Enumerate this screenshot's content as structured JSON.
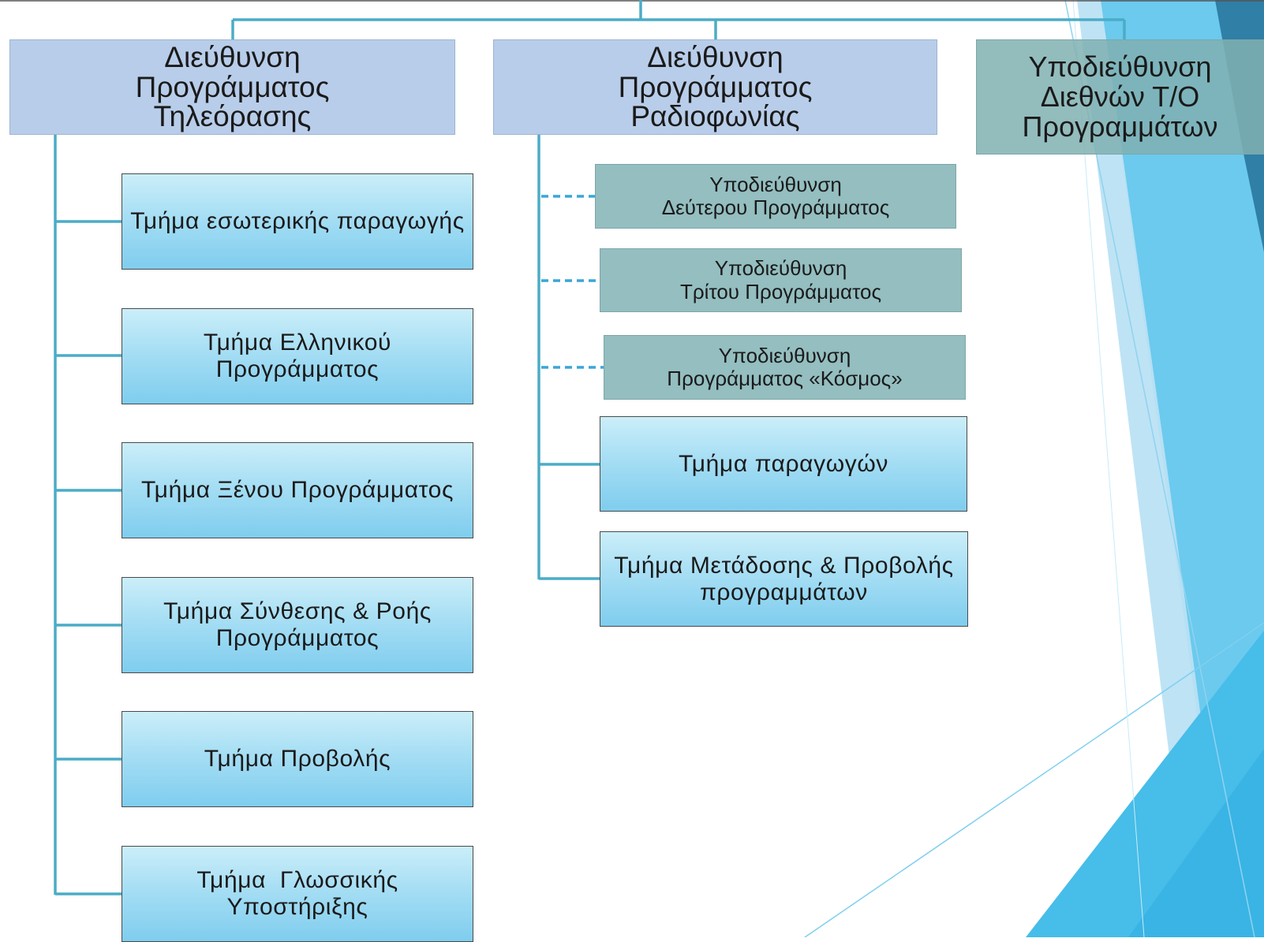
{
  "chart_data": {
    "type": "org_chart",
    "nodes": [
      {
        "id": "tv",
        "label": [
          "Διεύθυνση",
          "Προγράμματος",
          "Τηλεόρασης"
        ]
      },
      {
        "id": "radio",
        "label": [
          "Διεύθυνση",
          "Προγράμματος",
          "Ραδιοφωνίας"
        ]
      },
      {
        "id": "intl",
        "label": [
          "Υποδιεύθυνση",
          "Διεθνών Τ/Ο",
          "Προγραμμάτων"
        ]
      }
    ]
  },
  "heads": {
    "tv": [
      "Διεύθυνση",
      "Προγράμματος",
      "Τηλεόρασης"
    ],
    "radio": [
      "Διεύθυνση",
      "Προγράμματος",
      "Ραδιοφωνίας"
    ],
    "intl": [
      "Υποδιεύθυνση",
      "Διεθνών Τ/Ο",
      "Προγραμμάτων"
    ]
  },
  "tv_departments": [
    [
      "Τμήμα εσωτερικής παραγωγής"
    ],
    [
      "Τμήμα Ελληνικού",
      "Προγράμματος"
    ],
    [
      "Τμήμα Ξένου Προγράμματος"
    ],
    [
      "Τμήμα Σύνθεσης & Ροής",
      "Προγράμματος"
    ],
    [
      "Τμήμα Προβολής"
    ],
    [
      "Τμήμα  Γλωσσικής",
      "Υποστήριξης"
    ]
  ],
  "radio_subdirectorates": [
    [
      "Υποδιεύθυνση",
      "Δεύτερου Προγράμματος"
    ],
    [
      "Υποδιεύθυνση",
      "Τρίτου Προγράμματος"
    ],
    [
      "Υποδιεύθυνση",
      "Προγράμματος «Κόσμος»"
    ]
  ],
  "radio_departments": [
    [
      "Τμήμα παραγωγών"
    ],
    [
      "Τμήμα Μετάδοσης & Προβολής",
      "προγραμμάτων"
    ]
  ],
  "colors": {
    "connector": "#4bacc6",
    "head_fill": "#b8cde9",
    "sub_fill": "#94bec0",
    "dept_top": "#cbeef9",
    "dept_bottom": "#7fcdee"
  }
}
